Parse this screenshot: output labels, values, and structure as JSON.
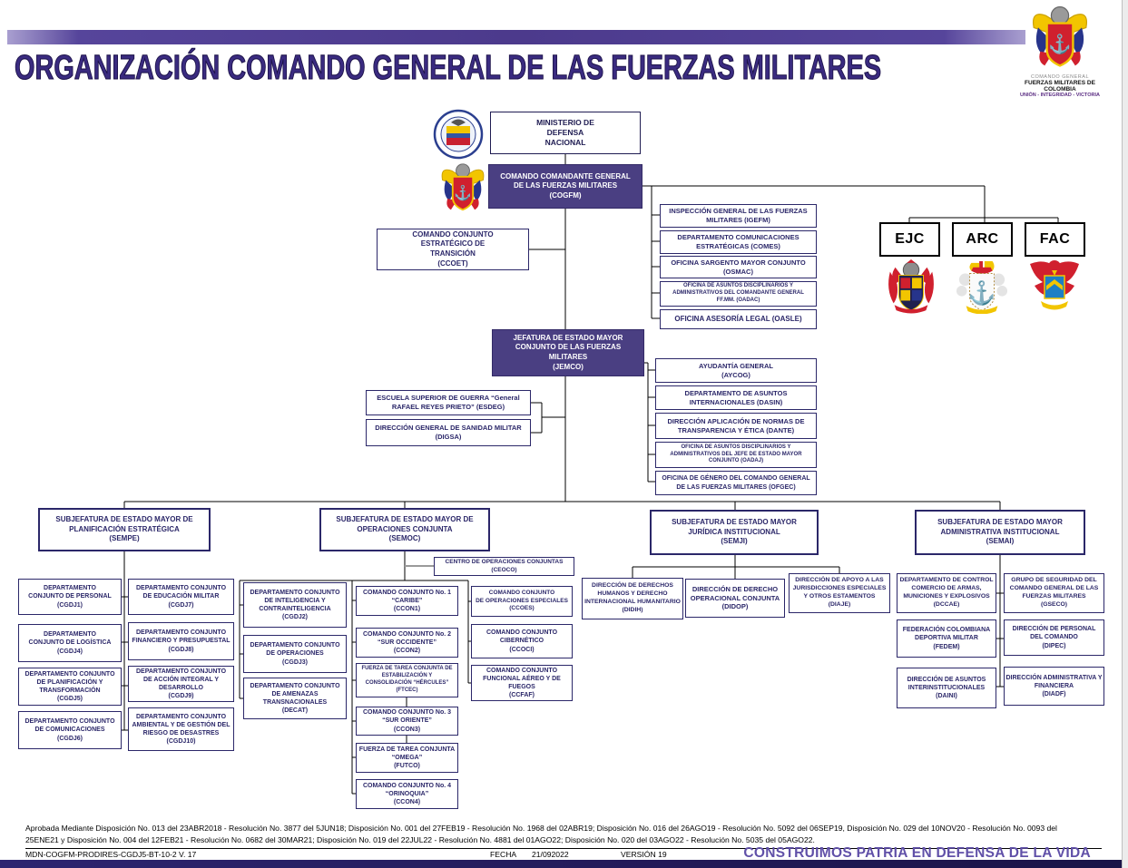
{
  "header": {
    "title": "ORGANIZACIÓN COMANDO GENERAL DE LAS FUERZAS MILITARES",
    "logo": {
      "line1": "COMANDO GENERAL",
      "line2": "FUERZAS MILITARES DE COLOMBIA",
      "line3": "UNIÓN - INTEGRIDAD - VICTORIA"
    }
  },
  "nodes": {
    "mindefensa": "MINISTERIO DE\nDEFENSA\nNACIONAL",
    "cogfm": "COMANDO COMANDANTE GENERAL\nDE LAS FUERZAS MILITARES\n(COGFM)",
    "ccoet": "COMANDO CONJUNTO\nESTRATÉGICO DE\nTRANSICIÓN\n(CCOET)",
    "igefm": "INSPECCIÓN GENERAL DE LAS FUERZAS\nMILITARES (IGEFM)",
    "comes": "DEPARTAMENTO COMUNICACIONES\nESTRATÉGICAS (COMES)",
    "osmac": "OFICINA SARGENTO MAYOR CONJUNTO\n(OSMAC)",
    "oadac": "OFICINA DE ASUNTOS DISCIPLINARIOS Y\nADMINISTRATIVOS DEL COMANDANTE GENERAL\nFF.MM. (OADAC)",
    "oasle": "OFICINA ASESORÍA LEGAL (OASLE)",
    "ejc": "EJC",
    "arc": "ARC",
    "fac": "FAC",
    "jemco": "JEFATURA DE ESTADO MAYOR\nCONJUNTO DE LAS FUERZAS\nMILITARES\n(JEMCO)",
    "aycog": "AYUDANTÍA GENERAL\n(AYCOG)",
    "dasin": "DEPARTAMENTO DE ASUNTOS\nINTERNACIONALES (DASIN)",
    "dante": "DIRECCIÓN APLICACIÓN DE NORMAS DE\nTRANSPARENCIA Y ÉTICA (DANTE)",
    "oadaj": "OFICINA DE ASUNTOS DISCIPLINARIOS Y\nADMINISTRATIVOS DEL JEFE DE ESTADO MAYOR\nCONJUNTO (OADAJ)",
    "ofgec": "OFICINA DE GÉNERO DEL COMANDO GENERAL\nDE LAS FUERZAS MILITARES (OFGEC)",
    "esdeg": "ESCUELA SUPERIOR DE GUERRA “General\nRAFAEL REYES PRIETO” (ESDEG)",
    "digsa": "DIRECCIÓN GENERAL  DE SANIDAD MILITAR\n(DIGSA)",
    "sempe": "SUBJEFATURA DE ESTADO MAYOR DE\nPLANIFICACIÓN ESTRATÉGICA\n(SEMPE)",
    "semoc": "SUBJEFATURA DE ESTADO MAYOR DE\nOPERACIONES CONJUNTA\n(SEMOC)",
    "semji": "SUBJEFATURA DE ESTADO MAYOR\nJURÍDICA INSTITUCIONAL\n(SEMJI)",
    "semai": "SUBJEFATURA DE ESTADO MAYOR\nADMINISTRATIVA INSTITUCIONAL\n(SEMAI)",
    "ceoco": "CENTRO DE OPERACIONES CONJUNTAS\n(CEOCO)",
    "cgdj1": "DEPARTAMENTO\nCONJUNTO DE PERSONAL\n(CGDJ1)",
    "cgdj4": "DEPARTAMENTO\nCONJUNTO DE LOGÍSTICA\n(CGDJ4)",
    "cgdj5": "DEPARTAMENTO CONJUNTO\nDE PLANIFICACIÓN Y\nTRANSFORMACIÓN\n(CGDJ5)",
    "cgdj6": "DEPARTAMENTO CONJUNTO\nDE COMUNICACIONES\n(CGDJ6)",
    "cgdj7": "DEPARTAMENTO CONJUNTO\nDE EDUCACIÓN MILITAR\n(CGDJ7)",
    "cgdj8": "DEPARTAMENTO CONJUNTO\nFINANCIERO Y PRESUPUESTAL\n(CGDJ8)",
    "cgdj9": "DEPARTAMENTO CONJUNTO\nDE ACCIÓN INTEGRAL Y\nDESARROLLO\n(CGDJ9)",
    "cgdj10": "DEPARTAMENTO CONJUNTO\nAMBIENTAL Y DE GESTIÓN DEL\nRIESGO DE DESASTRES\n(CGDJ10)",
    "cgdj2": "DEPARTAMENTO CONJUNTO\nDE INTELIGENCIA Y\nCONTRAINTELIGENCIA\n(CGDJ2)",
    "cgdj3": "DEPARTAMENTO CONJUNTO\nDE OPERACIONES\n(CGDJ3)",
    "decat": "DEPARTAMENTO CONJUNTO\nDE AMENAZAS\nTRANSNACIONALES\n(DECAT)",
    "ccon1": "COMANDO CONJUNTO No. 1\n“CARIBE”\n(CCON1)",
    "ccon2": "COMANDO CONJUNTO No. 2\n“SUR OCCIDENTE”\n(CCON2)",
    "ftcec": "FUERZA DE TAREA CONJUNTA DE\nESTABILIZACIÓN Y\nCONSOLIDACIÓN “HÉRCULES”\n(FTCEC)",
    "ccon3": "COMANDO CONJUNTO No. 3\n“SUR ORIENTE”\n(CCON3)",
    "futco": "FUERZA DE TAREA CONJUNTA\n“OMEGA”\n(FUTCO)",
    "ccon4": "COMANDO CONJUNTO No. 4\n“ORINOQUIA”\n(CCON4)",
    "ccoes": "COMANDO CONJUNTO\nDE OPERACIONES ESPECIALES\n(CCOES)",
    "ccoci": "COMANDO CONJUNTO\nCIBERNÉTICO\n(CCOCI)",
    "ccfaf": "COMANDO CONJUNTO\nFUNCIONAL AÉREO Y DE\nFUEGOS\n(CCFAF)",
    "didih": "DIRECCIÓN DE DERECHOS\nHUMANOS Y DERECHO\nINTERNACIONAL HUMANITARIO\n(DIDIH)",
    "didop": "DIRECCIÓN DE DERECHO\nOPERACIONAL CONJUNTA\n(DIDOP)",
    "diaje": "DIRECCIÓN DE APOYO A LAS\nJURISDICCIONES ESPECIALES\nY OTROS ESTAMENTOS\n(DIAJE)",
    "dccae": "DEPARTAMENTO DE CONTROL\nCOMERCIO DE ARMAS,\nMUNICIONES Y EXPLOSIVOS\n(DCCAE)",
    "fedem": "FEDERACIÓN COLOMBIANA\nDEPORTIVA MILITAR\n(FEDEM)",
    "daini": "DIRECCIÓN DE ASUNTOS\nINTERINSTITUCIONALES\n(DAINI)",
    "gseco": "GRUPO DE SEGURIDAD DEL\nCOMANDO GENERAL DE LAS\nFUERZAS MILITARES\n(GSECO)",
    "dipec": "DIRECCIÓN DE PERSONAL\nDEL COMANDO\n(DIPEC)",
    "diadf": "DIRECCIÓN ADMINISTRATIVA Y\nFINANCIERA\n(DIADF)"
  },
  "footer": {
    "approval_line1": "Aprobada Mediante Disposición No. 013 del 23ABR2018 - Resolución No. 3877 del 5JUN18; Disposición No. 001 del 27FEB19 - Resolución No. 1968 del 02ABR19; Disposición No. 016 del 26AGO19 - Resolución No. 5092 del 06SEP19, Disposición No. 029 del 10NOV20 - Resolución No. 0093 del",
    "approval_line2": "25ENE21 y Disposición No. 004 del 12FEB21 - Resolución No. 0682 del 30MAR21; Disposición No. 019 del 22JUL22 - Resolución No. 4881 del 01AGO22; Disposición No. 020 del 03AGO22 - Resolución No. 5035 del 05AGO22.",
    "doc_code": "MDN-COGFM-PRODIRES-CGDJ5-BT-10-2 V. 17",
    "fecha_label": "FECHA",
    "fecha_value": "21/092022",
    "version_label": "VERSIÓN 19",
    "motto": "CONSTRUIMOS PATRIA EN DEFENSA DE LA VIDA"
  },
  "colors": {
    "accent_purple": "#4a3f82",
    "bar_purple": "#4c3a8c",
    "navy_text": "#2b2769",
    "motto_purple": "#6050a8",
    "crest_red": "#d0202e",
    "crest_yellow": "#f2c500",
    "crest_blue": "#27348b"
  }
}
